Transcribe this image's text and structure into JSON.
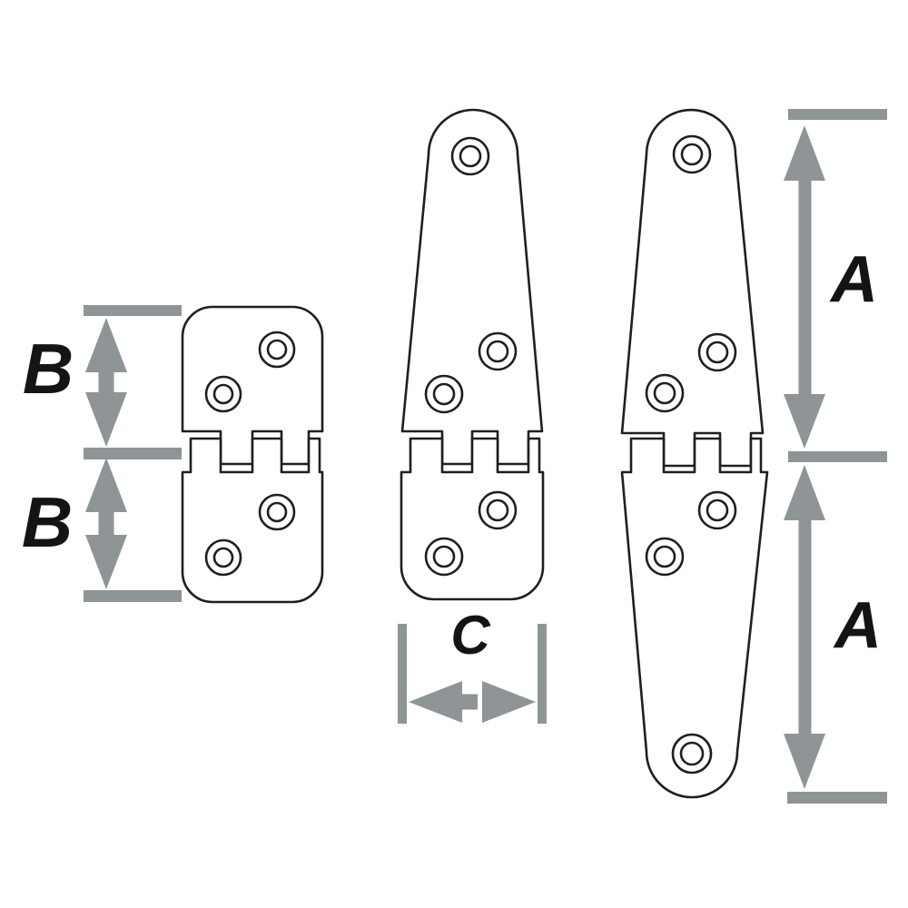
{
  "diagram": {
    "kind": "technical-dimension-drawing",
    "subject": "three hinges with dimension arrows",
    "labels": {
      "b_top": "B",
      "b_bottom": "B",
      "c": "C",
      "a_top": "A",
      "a_bottom": "A"
    },
    "colors": {
      "background": "#ffffff",
      "outline": "#1f1f1f",
      "dimension_marker": "#8f9496",
      "label_text": "#141414"
    }
  }
}
